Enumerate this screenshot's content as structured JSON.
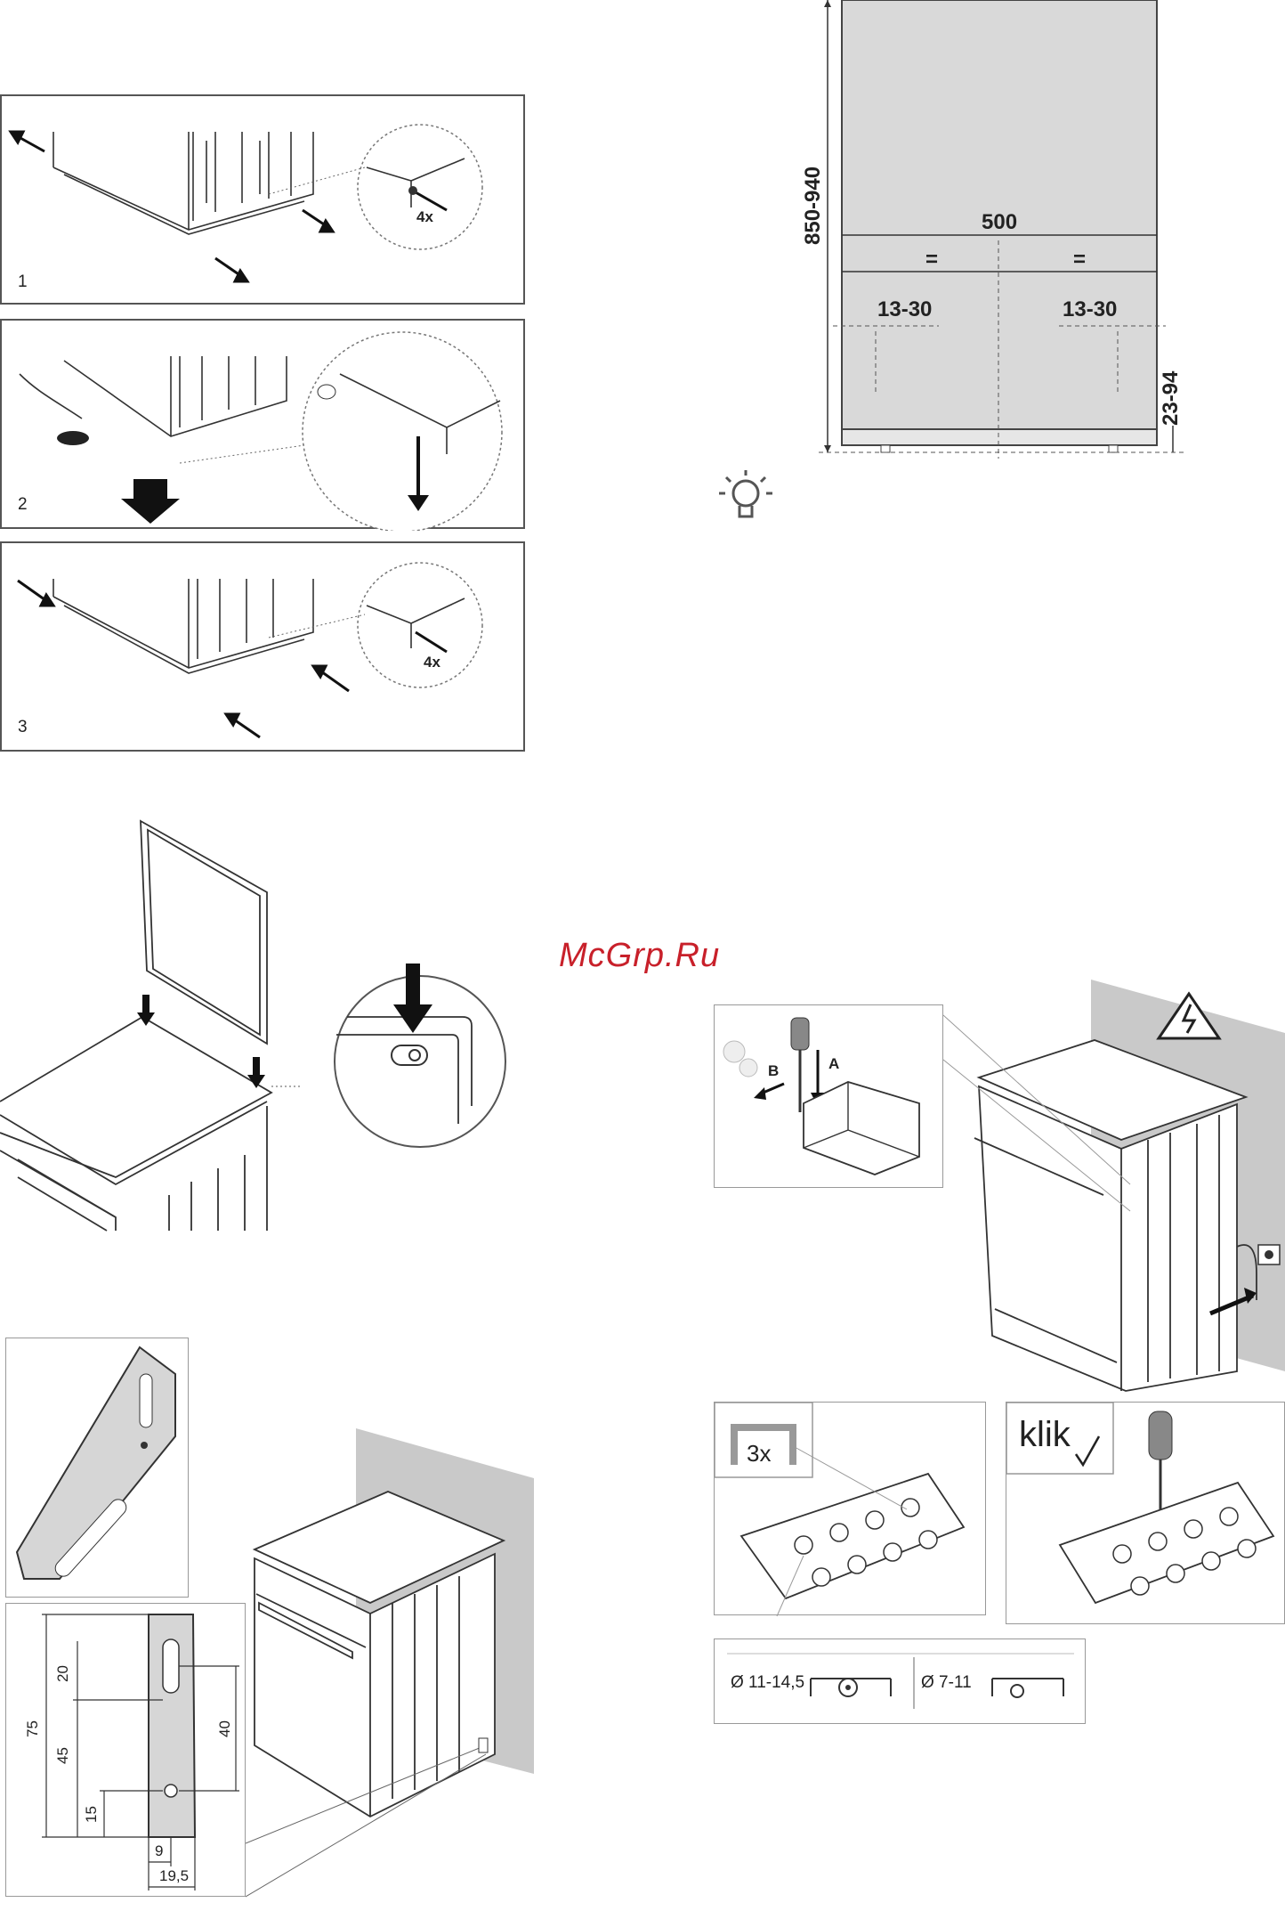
{
  "steps": {
    "one": "1",
    "two": "2",
    "three": "3"
  },
  "leg_panels": {
    "screw_count_1": "4x",
    "screw_count_3": "4x"
  },
  "dimensions": {
    "height": "850-940",
    "width": "500",
    "half_left": "=",
    "half_right": "=",
    "offset_left": "13-30",
    "offset_right": "13-30",
    "bracket_height": "23-94"
  },
  "bracket": {
    "d75": "75",
    "d20": "20",
    "d45": "45",
    "d15": "15",
    "d40": "40",
    "d9": "9",
    "d19_5": "19,5"
  },
  "watermark": "McGrp.Ru",
  "terminal": {
    "marker_a": "A",
    "marker_b": "B",
    "bridge_count": "3x",
    "klik": "klik",
    "cable_large": "Ø 11-14,5",
    "cable_small": "Ø 7-11"
  },
  "icons": [
    "tip-bulb-icon",
    "electric-hazard-icon"
  ]
}
